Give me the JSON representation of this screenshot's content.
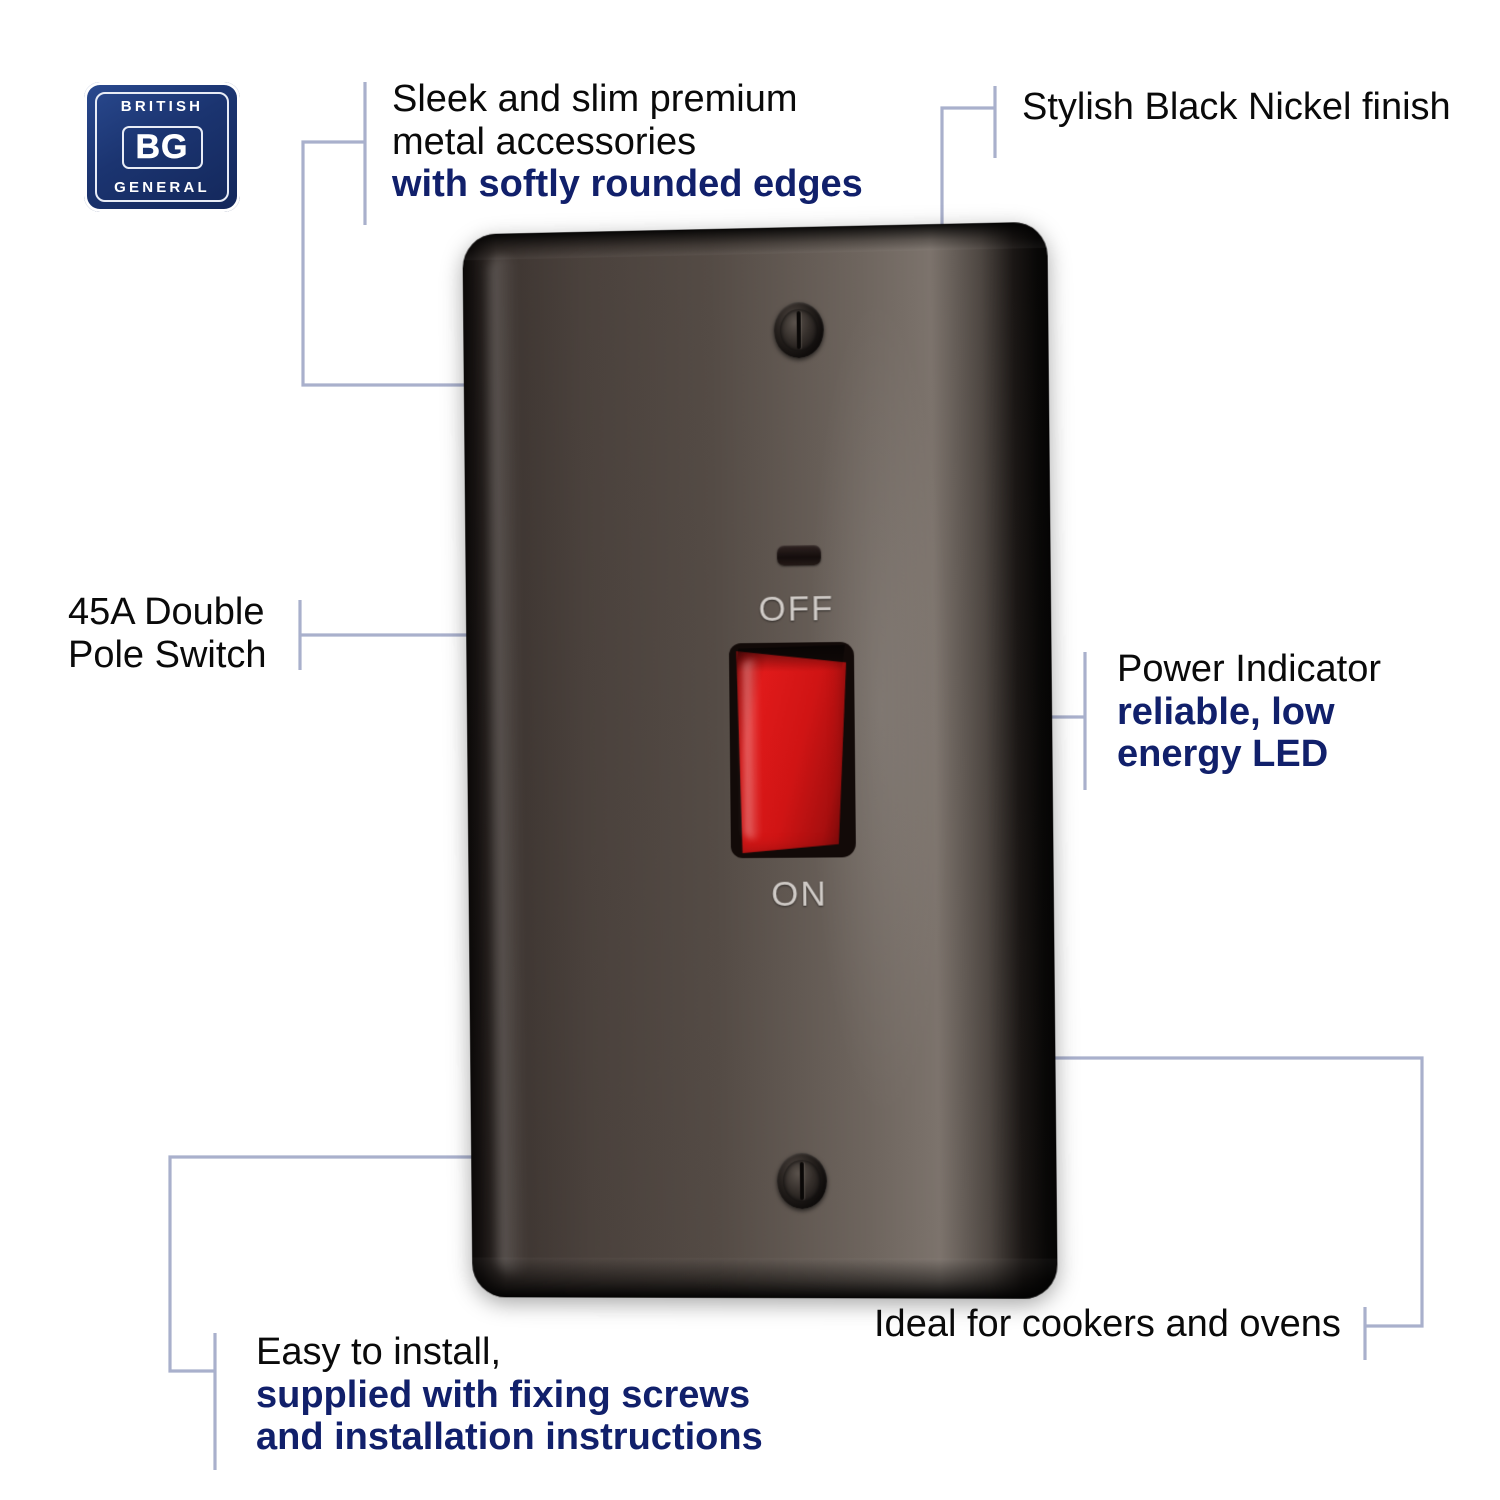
{
  "brand": {
    "logo": {
      "top_text": "BRITISH",
      "mid_text": "BG",
      "bottom_text": "GENERAL",
      "color": "#1b3470"
    }
  },
  "colors": {
    "accent_navy": "#11206b",
    "body_text": "#0a0a0a",
    "leader_line": "#a9b0cc",
    "plate_face": "#4a413c",
    "plate_highlight": "#7c736c",
    "rocker_red": "#d01414",
    "label_text": "#cfcac6"
  },
  "product": {
    "plate_labels": {
      "off": "OFF",
      "on": "ON"
    },
    "parts": {
      "led": "power-indicator-led",
      "rocker": "red-rocker-switch",
      "screw_top": "top-fixing-screw",
      "screw_bottom": "bottom-fixing-screw"
    }
  },
  "callouts": [
    {
      "id": "sleek",
      "lines": [
        {
          "text": "Sleek and slim premium",
          "emphasis": false
        },
        {
          "text": "metal accessories",
          "emphasis": false
        },
        {
          "text": "with softly rounded edges",
          "emphasis": true
        }
      ]
    },
    {
      "id": "finish",
      "lines": [
        {
          "text": "Stylish Black Nickel finish",
          "emphasis": false
        }
      ]
    },
    {
      "id": "switch",
      "lines": [
        {
          "text": "45A Double",
          "emphasis": false
        },
        {
          "text": "Pole Switch",
          "emphasis": false
        }
      ]
    },
    {
      "id": "power",
      "lines": [
        {
          "text": "Power Indicator",
          "emphasis": false
        },
        {
          "text": "reliable, low",
          "emphasis": true
        },
        {
          "text": "energy LED",
          "emphasis": true
        }
      ]
    },
    {
      "id": "install",
      "lines": [
        {
          "text": "Easy to install,",
          "emphasis": false
        },
        {
          "text": "supplied with fixing screws",
          "emphasis": true
        },
        {
          "text": "and installation instructions",
          "emphasis": true
        }
      ]
    },
    {
      "id": "ideal",
      "lines": [
        {
          "text": "Ideal for cookers and ovens",
          "emphasis": false
        }
      ]
    }
  ]
}
